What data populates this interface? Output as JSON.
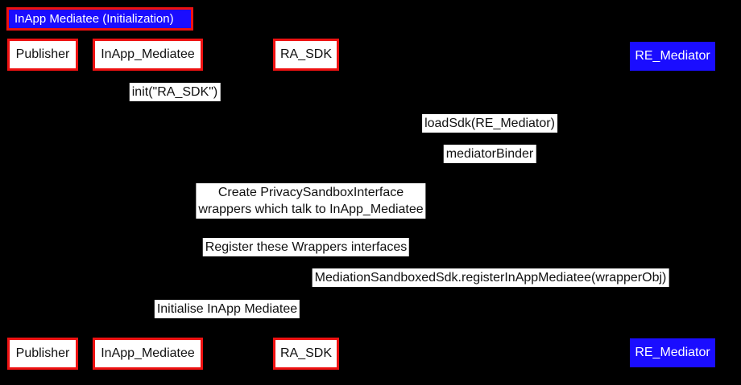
{
  "colors": {
    "background": "#000000",
    "participant_fill": "#ffffff",
    "participant_border": "#ee1111",
    "participant_text": "#111111",
    "highlight_fill": "#1a0dff",
    "highlight_text": "#ffffff",
    "title_fill": "#1a0dff",
    "title_border": "#ee1111",
    "title_text": "#ffffff",
    "message_fill": "#ffffff",
    "message_text": "#111111"
  },
  "diagram": {
    "title": "InApp Mediatee (Initialization)",
    "participants": [
      {
        "label": "Publisher",
        "highlight": false
      },
      {
        "label": "InApp_Mediatee",
        "highlight": false
      },
      {
        "label": "RA_SDK",
        "highlight": false
      },
      {
        "label": "RE_Mediator",
        "highlight": true
      }
    ],
    "messages": [
      {
        "label": "init(\"RA_SDK\")"
      },
      {
        "label": "loadSdk(RE_Mediator)"
      },
      {
        "label": "mediatorBinder"
      },
      {
        "label": "Create PrivacySandboxInterface\nwrappers which talk to InApp_Mediatee"
      },
      {
        "label": "Register these Wrappers interfaces"
      },
      {
        "label": "MediationSandboxedSdk.registerInAppMediatee(wrapperObj)"
      },
      {
        "label": "Initialise InApp Mediatee"
      }
    ]
  }
}
